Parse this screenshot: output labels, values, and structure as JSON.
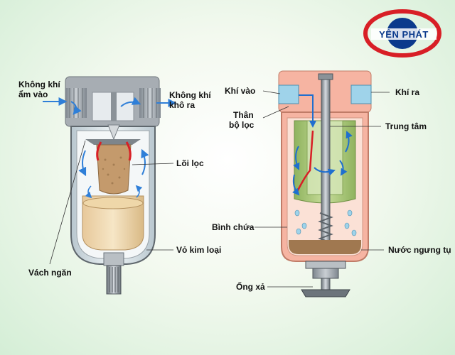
{
  "brand": {
    "name": "YÊN PHÁT",
    "red": "#d81f26",
    "blue": "#0b3a8c"
  },
  "left": {
    "in_air": [
      "Không khí",
      "ẩm vào"
    ],
    "out_air": [
      "Không khí",
      "khô ra"
    ],
    "filter_core": "Lõi lọc",
    "metal_shell": "Vỏ kim loại",
    "baffle": "Vách ngăn"
  },
  "right": {
    "air_in": "Khí vào",
    "air_out": "Khí ra",
    "body": [
      "Thân",
      "bộ lọc"
    ],
    "center": "Trung tâm",
    "bowl": "Bình chứa",
    "condensate": "Nước ngưng tụ",
    "drain": "Ống xả"
  },
  "colors": {
    "arrow": "#2f7fd8",
    "housing": "#9fa5ac",
    "glass": "#e6eef2",
    "core": "#c49a6c",
    "pink": "#f6b4a2",
    "green": "#a8c77a"
  }
}
